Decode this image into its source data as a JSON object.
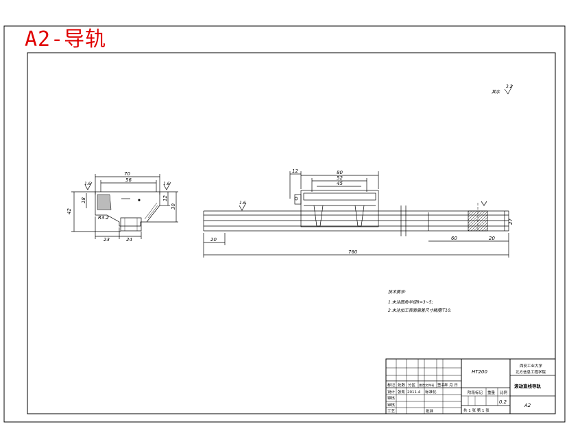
{
  "overlay_title": "A2-导轨",
  "surface_finish": {
    "rest_label": "其余",
    "rest_value": "3.2",
    "left_a": "1.6",
    "left_b": "1.6",
    "rail": "1.6"
  },
  "section_view": {
    "dims": {
      "width_overall": "70",
      "width_inner": "56",
      "height": "42",
      "h18": "18",
      "h12": "12",
      "h30": "30",
      "bottom_left": "23",
      "bottom_mid": "24",
      "radius": "R3.2"
    }
  },
  "front_view": {
    "dims": {
      "d12": "12",
      "d80": "80",
      "d52": "52",
      "d45": "45",
      "d20_left": "20",
      "d60": "60",
      "d20_right": "20",
      "d27": "27",
      "total": "760"
    }
  },
  "tech_notes": {
    "heading": "技术要求:",
    "line1": "1.未注圆角半径R=3~5;",
    "line2": "2.未注加工表面偏差尺寸精度IT10."
  },
  "title_block": {
    "material": "HT200",
    "school_line1": "西安工业大学",
    "school_line2": "北方信息工程学院",
    "part_name": "滚动直线导轨",
    "drawing_no": "A2",
    "scale_value": "0.2",
    "headers": [
      "标记",
      "处数",
      "分区",
      "更改文件号",
      "签名",
      "年 月 日"
    ],
    "row_design": [
      "设计",
      "张凯",
      "2011.4",
      "标准化"
    ],
    "label_review": "审核",
    "label_check": "审核",
    "label_process": "工艺",
    "label_approve": "批准",
    "stage_label": "阶段标记",
    "weight_label": "重量",
    "scale_label": "比例",
    "sheets": "共  1  张   第  1  张"
  }
}
